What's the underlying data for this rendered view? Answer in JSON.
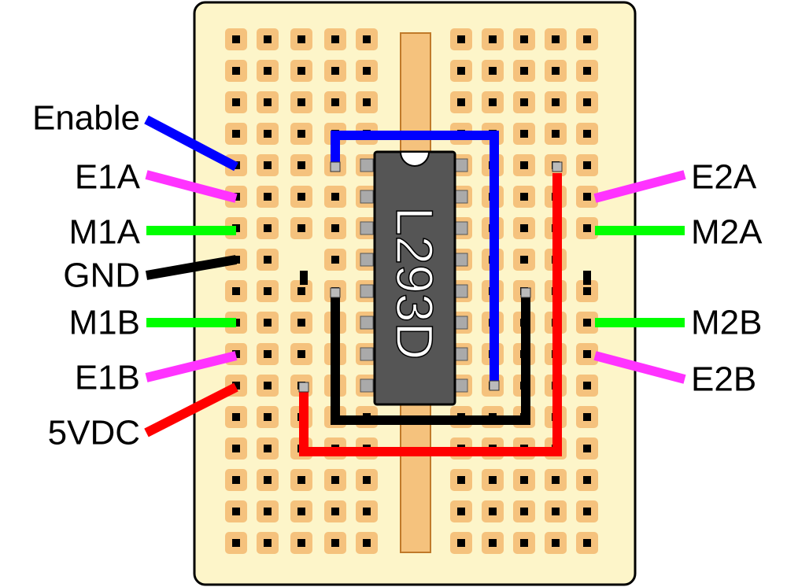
{
  "chip": {
    "name": "L293D",
    "color": "#555555"
  },
  "board": {
    "board_color": "#fdf5c9",
    "pad_color": "#f5c27d",
    "hole_color": "#000000",
    "strip_color": "#f5c27d"
  },
  "labels_left": [
    {
      "text": "Enable",
      "wire_color": "#0000ff"
    },
    {
      "text": "E1A",
      "wire_color": "#ff33ff"
    },
    {
      "text": "M1A",
      "wire_color": "#00ff00"
    },
    {
      "text": "GND",
      "wire_color": "#000000"
    },
    {
      "text": "M1B",
      "wire_color": "#00ff00"
    },
    {
      "text": "E1B",
      "wire_color": "#ff33ff"
    },
    {
      "text": "5VDC",
      "wire_color": "#ff0000"
    }
  ],
  "labels_right": [
    {
      "text": "E2A",
      "wire_color": "#ff33ff"
    },
    {
      "text": "M2A",
      "wire_color": "#00ff00"
    },
    {
      "text": "M2B",
      "wire_color": "#00ff00"
    },
    {
      "text": "E2B",
      "wire_color": "#ff33ff"
    }
  ],
  "jumpers": [
    {
      "net": "enable",
      "color": "#0000ff"
    },
    {
      "net": "gnd",
      "color": "#000000"
    },
    {
      "net": "vcc",
      "color": "#ff0000"
    }
  ]
}
